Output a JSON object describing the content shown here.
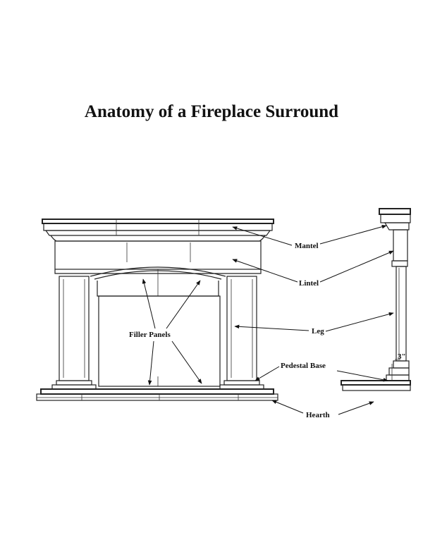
{
  "title": "Anatomy of a Fireplace Surround",
  "labels": {
    "mantel": "Mantel",
    "lintel": "Lintel",
    "leg": "Leg",
    "filler_panels": "Filler Panels",
    "pedestal_base": "Pedestal Base",
    "hearth": "Hearth",
    "side_dimension": "3\""
  }
}
